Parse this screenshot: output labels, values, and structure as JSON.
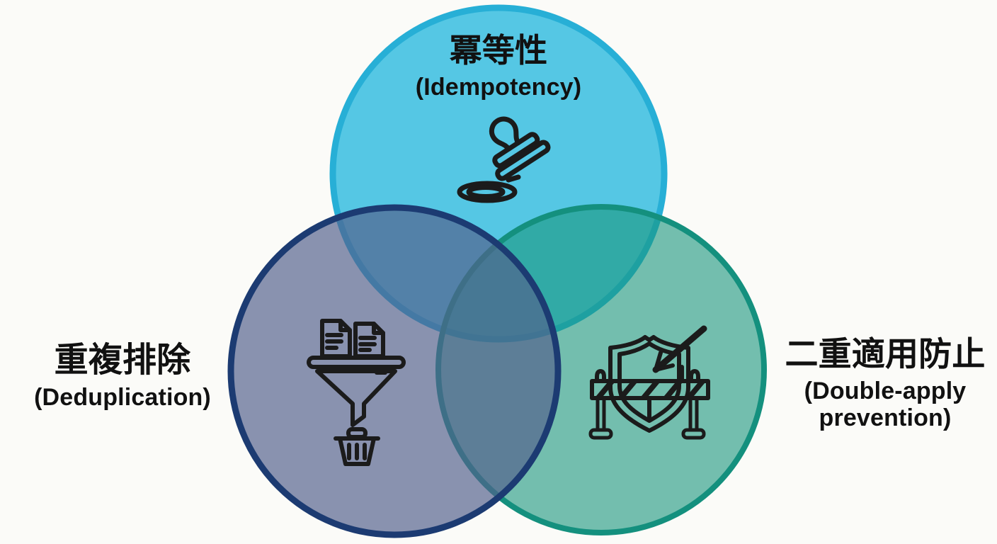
{
  "background_color": "#FBFBF8",
  "text_color": "#111111",
  "icon_stroke_color": "#1B1B1B",
  "diagram": {
    "type": "venn",
    "description": "Three overlapping translucent circles",
    "circles": {
      "top": {
        "id": "idempotency",
        "label_ja": "冪等性",
        "label_en": "(Idempotency)",
        "icon": "stamp-icon",
        "fill": "rgba(30,182,222,0.75)",
        "stroke": "#27AFD6"
      },
      "right": {
        "id": "double-apply-prevention",
        "label_ja": "二重適用防止",
        "label_en_line1": "(Double-apply",
        "label_en_line2": "prevention)",
        "icon": "shield-barrier-icon",
        "fill": "rgba(25,150,125,0.60)",
        "stroke": "#14907E"
      },
      "left": {
        "id": "deduplication",
        "label_ja": "重複排除",
        "label_en": "(Deduplication)",
        "icon": "funnel-trash-icon",
        "fill": "rgba(83,96,140,0.68)",
        "stroke": "#1C3B72"
      }
    }
  }
}
